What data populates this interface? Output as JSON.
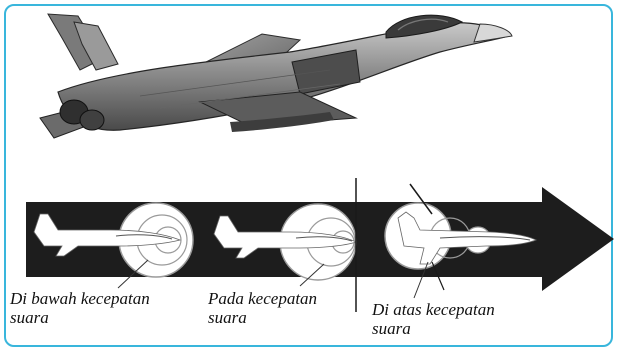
{
  "colors": {
    "frame_border": "#39b6dc",
    "arrow": "#1d1d1d",
    "wave_circle": "#ffffff",
    "plane_silhouette": "#ffffff"
  },
  "captions": {
    "below_speed_line1": "Di bawah kecepatan",
    "below_speed_line2": "suara",
    "at_speed_line1": "Pada kecepatan",
    "at_speed_line2": "suara",
    "above_speed_line1": "Di atas kecepatan",
    "above_speed_line2": "suara"
  },
  "figure": {
    "photo_subject": "jet-fighter-photo",
    "direction": "right-arrow"
  }
}
